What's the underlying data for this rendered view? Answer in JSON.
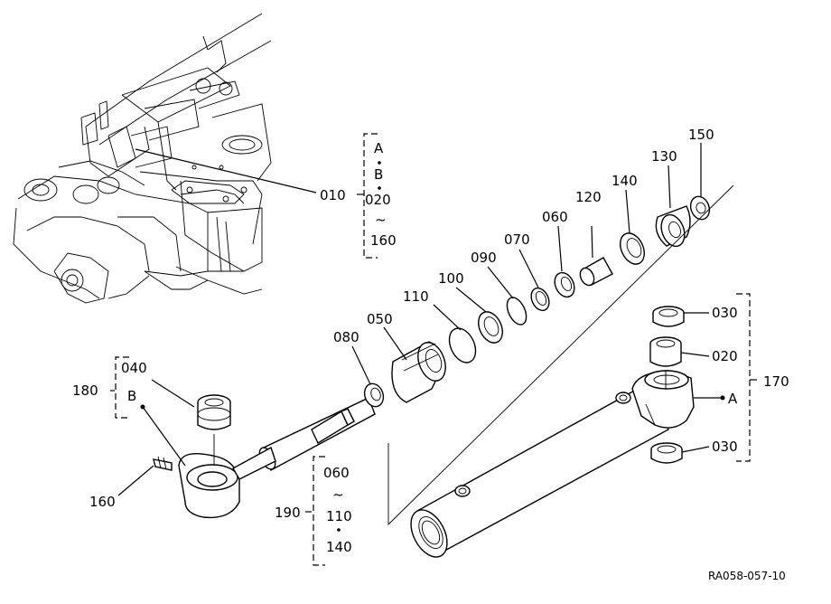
{
  "diagram": {
    "drawing_id": "RA058-057-10",
    "callouts": {
      "c010": "010",
      "c020": "020",
      "c030_top": "030",
      "c030_bottom": "030",
      "c040": "040",
      "c050": "050",
      "c060": "060",
      "c070": "070",
      "c080": "080",
      "c090": "090",
      "c100": "100",
      "c110": "110",
      "c120": "120",
      "c130": "130",
      "c140": "140",
      "c150": "150",
      "c160": "160",
      "c170": "170",
      "c180": "180",
      "c190": "190"
    },
    "bracket_top": {
      "a": "A",
      "b": "B",
      "from": "020",
      "tilde": "~",
      "to": "160"
    },
    "bracket_180": {
      "part": "040",
      "ref": "B"
    },
    "bracket_190": {
      "from": "060",
      "tilde": "~",
      "mid": "110",
      "to": "140"
    },
    "ref_a": "A"
  }
}
